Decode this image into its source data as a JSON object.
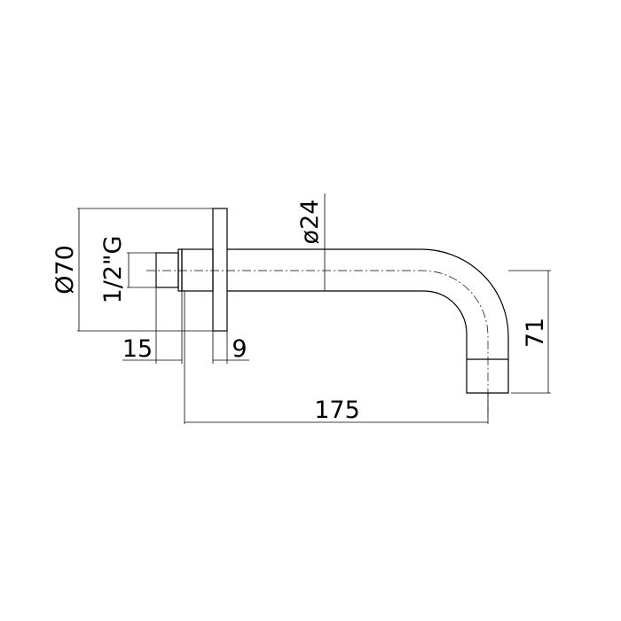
{
  "drawing": {
    "dimensions": {
      "flange_diameter": "Ø70",
      "thread": "1/2\"G",
      "pipe_diameter": "ø24",
      "thread_length": "15",
      "flange_thickness": "9",
      "projection": "175",
      "drop": "71"
    },
    "line_color": "#000000"
  }
}
